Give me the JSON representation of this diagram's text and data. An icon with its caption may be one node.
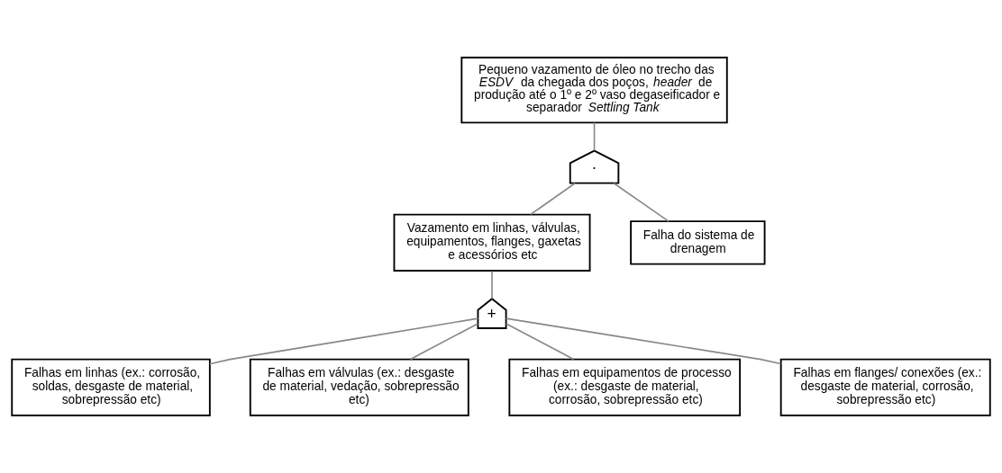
{
  "diagram": {
    "nodes": [
      {
        "text": [
          "Pequeno vazamento de óleo no trecho das *ESDV* da chegada dos poços, *header* de produção até o 1º e 2º vaso degaseificador e separador *Settling Tank*"
        ]
      },
      {
        "text": [
          "·"
        ]
      },
      {
        "text": [
          "Vazamento em linhas, válvulas, equipamentos, flanges, gaxetas e acessórios etc"
        ]
      },
      {
        "text": [
          "Falha do sistema de drenagem"
        ]
      },
      {
        "text": [
          "+"
        ]
      },
      {
        "text": [
          "Falhas em linhas (ex.: corrosão, soldas, desgaste de material, sobrepressão etc)"
        ]
      },
      {
        "text": [
          "Falhas em válvulas (ex.: desgaste de material, vedação, sobrepressão etc)"
        ]
      },
      {
        "text": [
          "Falhas em equipamentos de processo (ex.: desgaste de material, corrosão, sobrepressão etc)"
        ]
      },
      {
        "text": [
          "Falhas em flanges/ conexões (ex.: desgaste de material, corrosão, sobrepressão etc)"
        ]
      }
    ],
    "edges": [
      {
        "from": 0,
        "to": 1,
        "arrow": "none"
      },
      {
        "from": 1,
        "to": 2,
        "arrow": "none"
      },
      {
        "from": 1,
        "to": 3,
        "arrow": "none"
      },
      {
        "from": 2,
        "to": 4,
        "arrow": "none"
      },
      {
        "from": 4,
        "to": 5,
        "arrow": "none"
      },
      {
        "from": 4,
        "to": 6,
        "arrow": "none"
      },
      {
        "from": 4,
        "to": 7,
        "arrow": "none"
      },
      {
        "from": 4,
        "to": 8,
        "arrow": "none"
      }
    ]
  }
}
